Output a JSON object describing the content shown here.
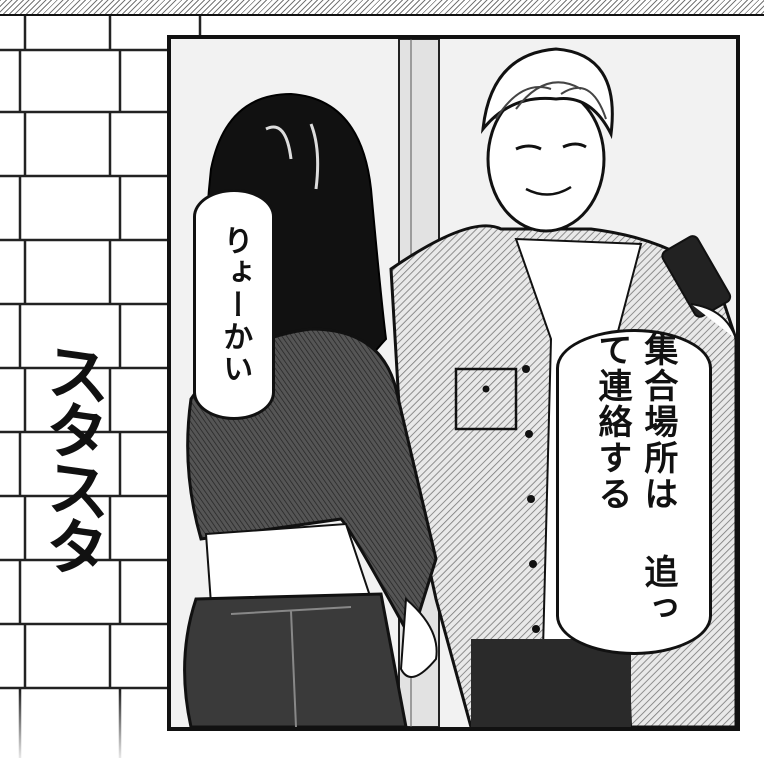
{
  "speech": {
    "girl": "りょーかい",
    "man_line1": "集合場所は",
    "man_line2": "追って連絡する"
  },
  "sfx": {
    "footsteps": "スタスタ"
  },
  "colors": {
    "ink": "#111111",
    "paper": "#ffffff",
    "tone": "#9a9a9a"
  }
}
